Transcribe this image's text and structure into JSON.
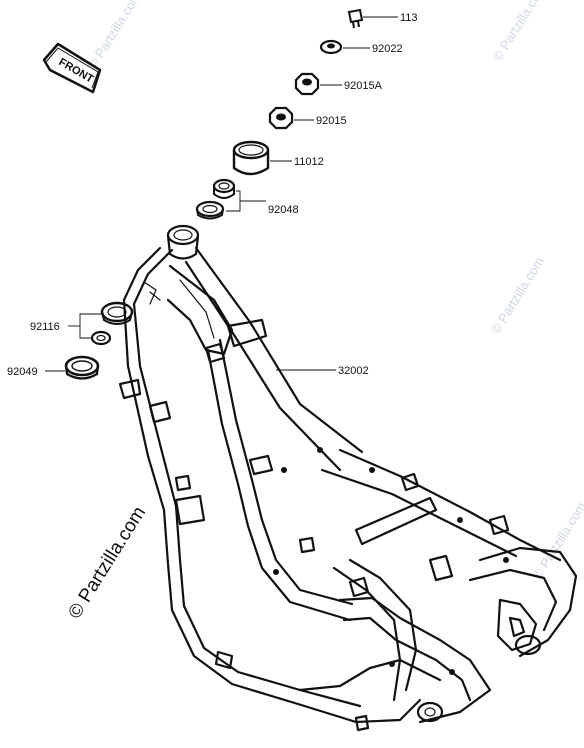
{
  "front_badge": "FRONT",
  "watermark": "© Partzilla.com",
  "parts": [
    {
      "number": "113"
    },
    {
      "number": "92022"
    },
    {
      "number": "92015A"
    },
    {
      "number": "92015"
    },
    {
      "number": "11012"
    },
    {
      "number": "92048"
    },
    {
      "number": "92116"
    },
    {
      "number": "92049"
    },
    {
      "number": "32002"
    }
  ]
}
